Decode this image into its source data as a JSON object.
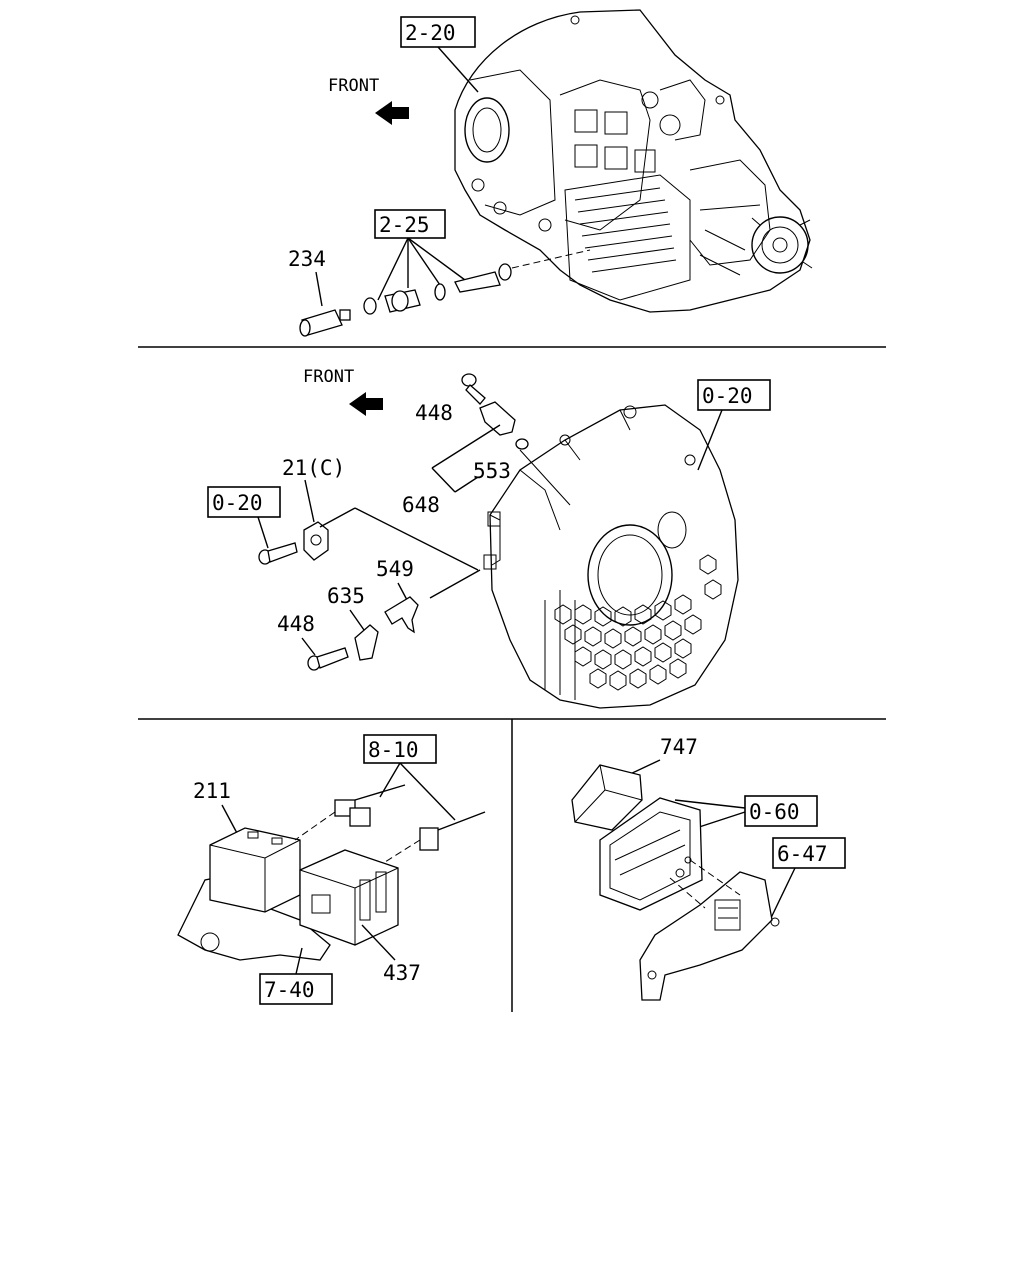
{
  "section_top": {
    "front_label": "FRONT",
    "refs": {
      "r1": "2-20",
      "r2": "2-25"
    },
    "parts": {
      "p234": "234"
    }
  },
  "section_middle": {
    "front_label": "FRONT",
    "refs": {
      "r1": "0-20",
      "r2": "0-20"
    },
    "parts": {
      "p448a": "448",
      "p553": "553",
      "p648": "648",
      "p21c": "21(C)",
      "p549": "549",
      "p635": "635",
      "p448b": "448"
    }
  },
  "section_bottom_left": {
    "refs": {
      "r1": "8-10",
      "r2": "7-40"
    },
    "parts": {
      "p211": "211",
      "p437": "437"
    }
  },
  "section_bottom_right": {
    "refs": {
      "r1": "0-60",
      "r2": "6-47"
    },
    "parts": {
      "p747": "747"
    }
  }
}
